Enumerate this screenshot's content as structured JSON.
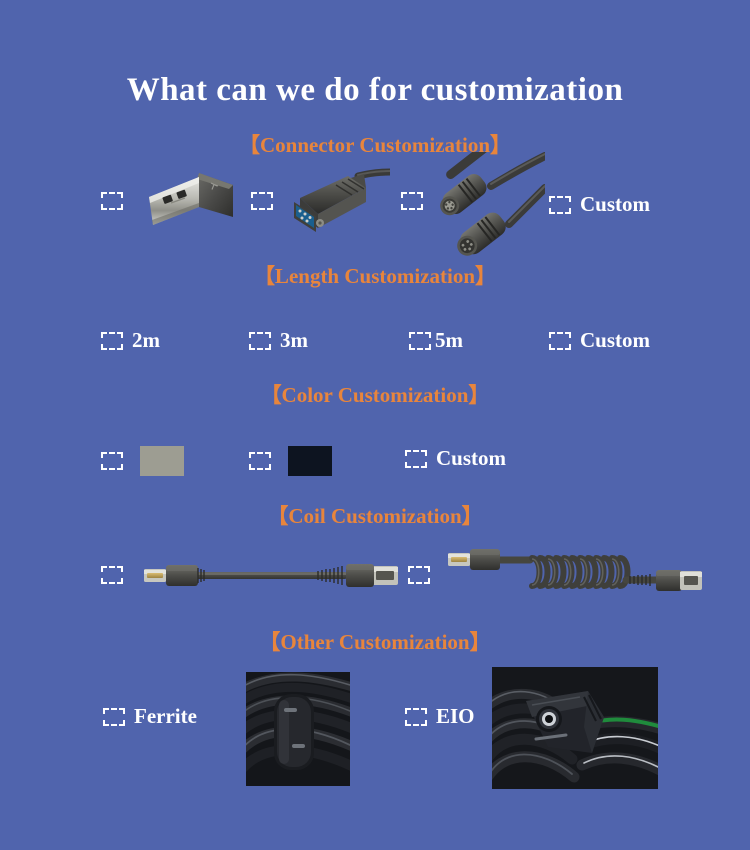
{
  "page": {
    "background_color": "#5064ad",
    "title": "What can we do for customization",
    "title_color": "#ffffff",
    "heading_color": "#e8853c",
    "label_color": "#ffffff"
  },
  "sections": [
    {
      "id": "connector",
      "heading": "【Connector Customization】",
      "options": [
        {
          "id": "usb-a",
          "label": "",
          "kind": "image",
          "icon": "usb-a-connector-photo"
        },
        {
          "id": "db9",
          "label": "",
          "kind": "image",
          "icon": "db9-serial-connector-photo"
        },
        {
          "id": "mini-din",
          "label": "",
          "kind": "image",
          "icon": "mini-din-connector-photo"
        },
        {
          "id": "custom",
          "label": "Custom",
          "kind": "text"
        }
      ]
    },
    {
      "id": "length",
      "heading": "【Length Customization】",
      "options": [
        {
          "id": "2m",
          "label": "2m",
          "kind": "text"
        },
        {
          "id": "3m",
          "label": "3m",
          "kind": "text"
        },
        {
          "id": "5m",
          "label": "5m",
          "kind": "text"
        },
        {
          "id": "custom",
          "label": "Custom",
          "kind": "text"
        }
      ]
    },
    {
      "id": "color",
      "heading": "【Color Customization】",
      "options": [
        {
          "id": "grey",
          "label": "",
          "kind": "swatch",
          "color": "#9d9d92"
        },
        {
          "id": "black",
          "label": "",
          "kind": "swatch",
          "color": "#0d1420"
        },
        {
          "id": "custom",
          "label": "Custom",
          "kind": "text"
        }
      ]
    },
    {
      "id": "coil",
      "heading": "【Coil Customization】",
      "options": [
        {
          "id": "straight",
          "label": "",
          "kind": "image",
          "icon": "straight-usb-cable-photo"
        },
        {
          "id": "coiled",
          "label": "",
          "kind": "image",
          "icon": "coiled-usb-cable-photo"
        }
      ]
    },
    {
      "id": "other",
      "heading": "【Other Customization】",
      "options": [
        {
          "id": "ferrite",
          "label": "Ferrite",
          "kind": "text-image",
          "icon": "ferrite-core-cable-photo"
        },
        {
          "id": "eio",
          "label": "EIO",
          "kind": "text-image",
          "icon": "eio-connector-cable-photo"
        }
      ]
    }
  ]
}
